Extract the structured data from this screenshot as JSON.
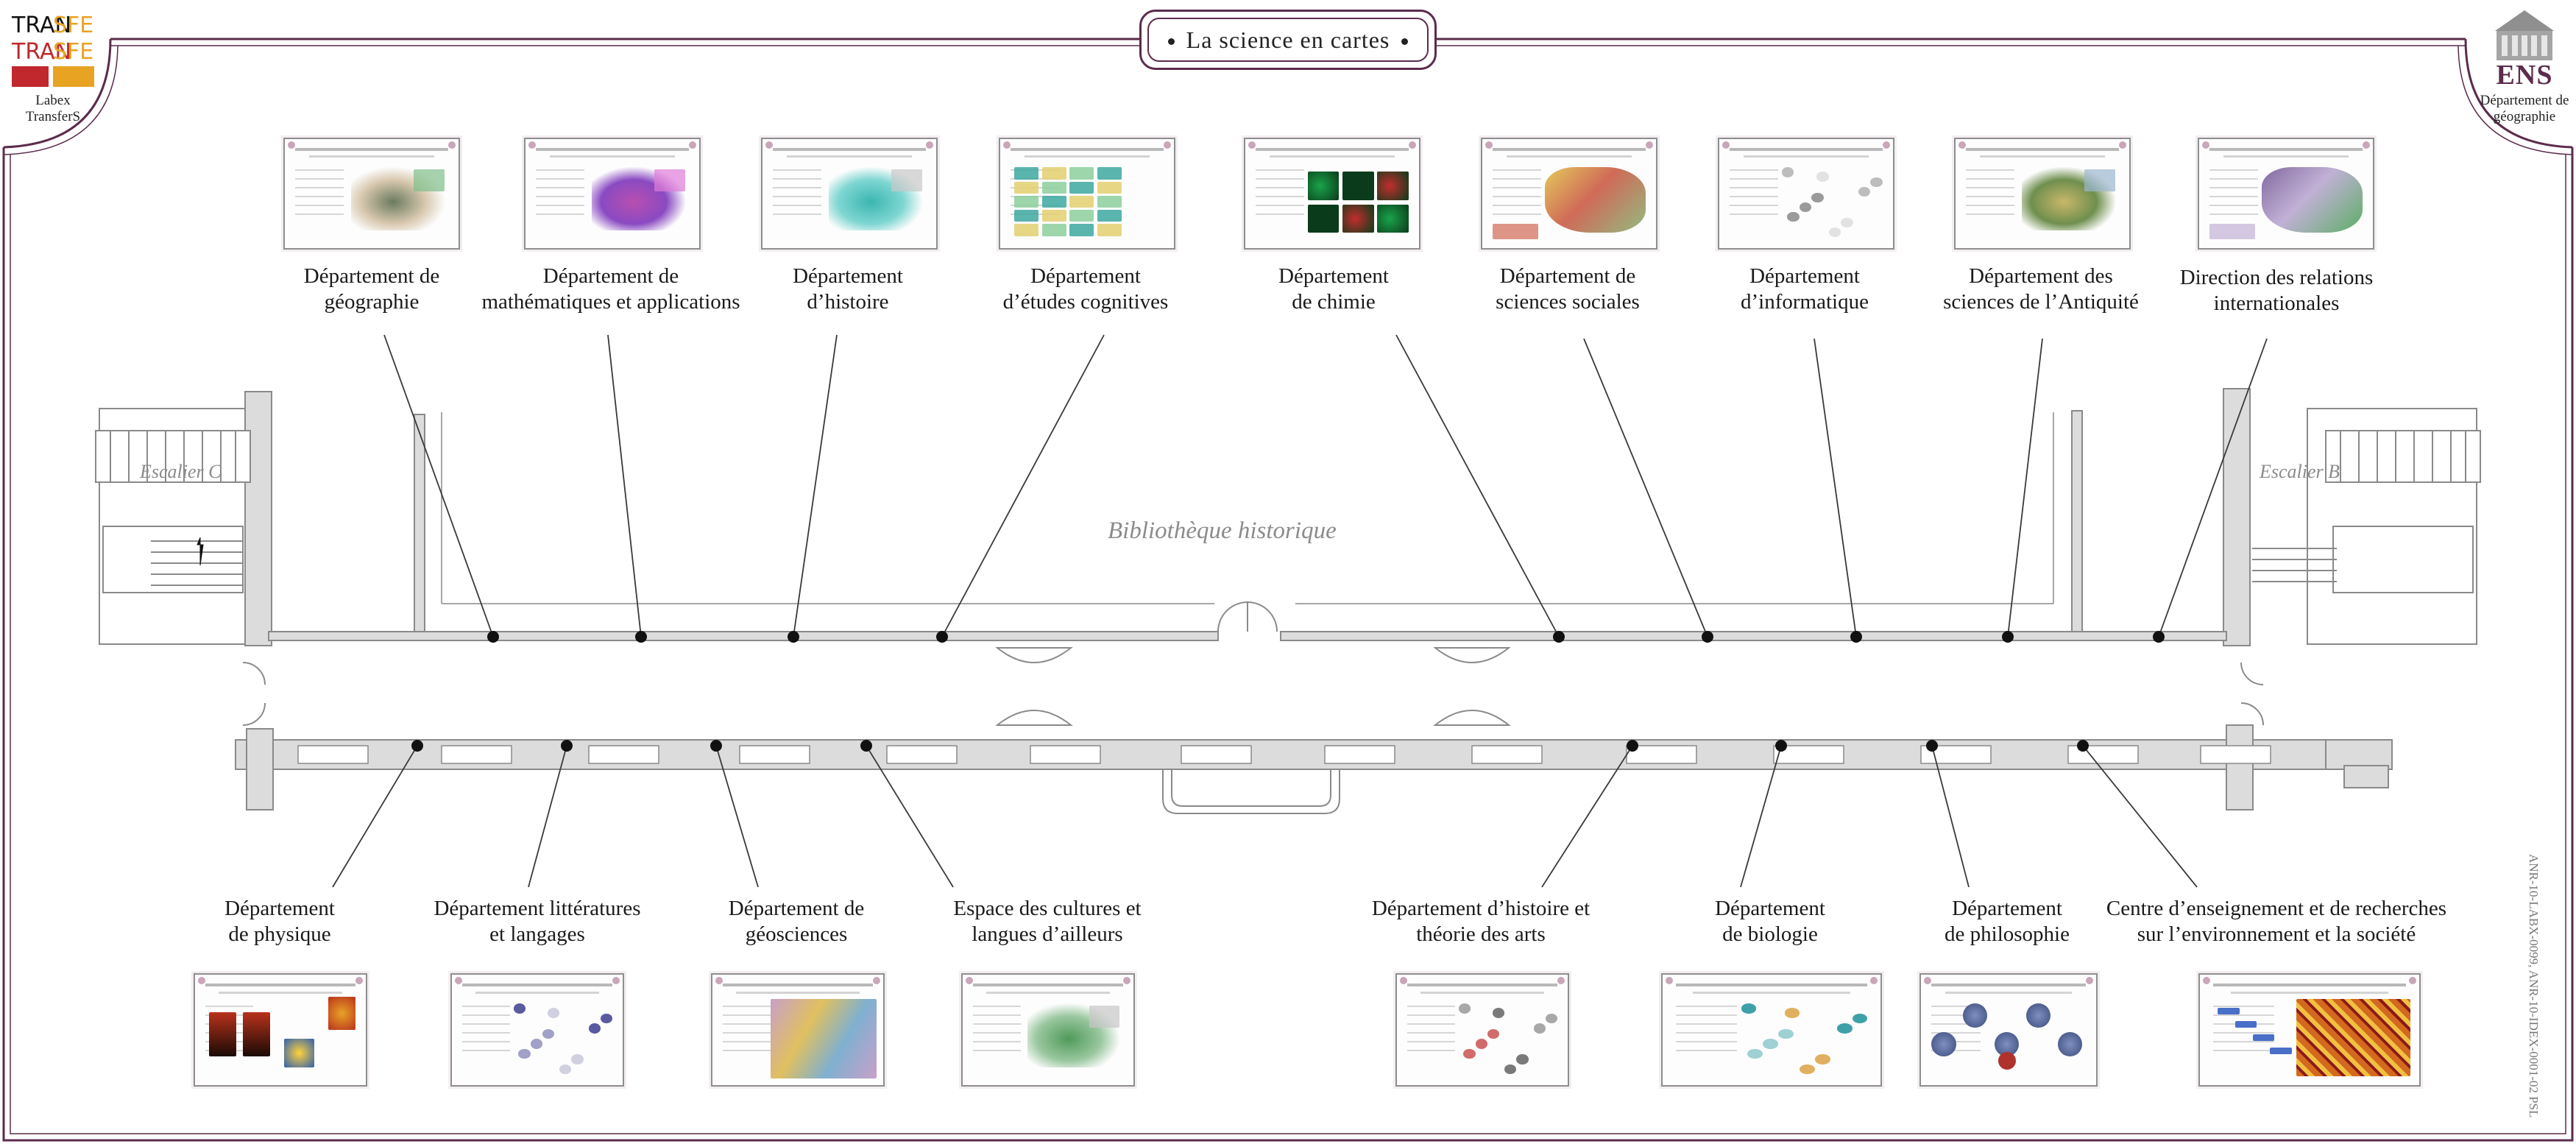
{
  "title": "La science en cartes",
  "logos": {
    "left_caption": [
      "Labex",
      "TransferS"
    ],
    "left_mark_letters": [
      "TRAN",
      "SFER",
      "TRAN",
      "SFERS"
    ],
    "right_mark": "ENS",
    "right_caption": [
      "Département de",
      "géographie"
    ]
  },
  "rooms": {
    "library": "Bibliothèque historique",
    "stair_left": "Escalier C",
    "stair_right": "Escalier B"
  },
  "side_note": "ANR-10-LABX-0099, ANR-10-IDEX-0001-02 PSL",
  "colors": {
    "frame": "#5b2c4c",
    "wall_fill": "#dcdcdc",
    "wall_stroke": "#8a8a8a",
    "leader": "#3a3a3a",
    "marker": "#111111"
  },
  "top_departments": [
    {
      "lines": [
        "Département de",
        "géographie"
      ],
      "icon": "map-poster",
      "palette": [
        "#6b7a5e",
        "#d9c9b0",
        "#7fbf8a"
      ]
    },
    {
      "lines": [
        "Département de",
        "mathématiques et applications"
      ],
      "icon": "map-poster",
      "palette": [
        "#b84fb0",
        "#8a4ac2",
        "#e07ad8"
      ]
    },
    {
      "lines": [
        "Département",
        "d’histoire"
      ],
      "icon": "map-poster",
      "palette": [
        "#3bb6b0",
        "#7fd6d2",
        "#c8c8c8"
      ]
    },
    {
      "lines": [
        "Département",
        "d’études cognitives"
      ],
      "icon": "table-poster",
      "palette": [
        "#3ca8a0",
        "#e3d070",
        "#8ccf9c"
      ]
    },
    {
      "lines": [
        "Département",
        "de chimie"
      ],
      "icon": "microscopy-poster",
      "palette": [
        "#1aa34a",
        "#0a3b1a",
        "#c22d2d"
      ]
    },
    {
      "lines": [
        "Département de",
        "sciences sociales"
      ],
      "icon": "world-map-poster",
      "palette": [
        "#e0c040",
        "#c8503a",
        "#7fb06a"
      ]
    },
    {
      "lines": [
        "Département",
        "d’informatique"
      ],
      "icon": "graph-poster",
      "palette": [
        "#bdbdbd",
        "#9a9a9a",
        "#e2e2e2"
      ]
    },
    {
      "lines": [
        "Département des",
        "sciences de l’Antiquité"
      ],
      "icon": "map-poster",
      "palette": [
        "#c9b76a",
        "#6f8f4e",
        "#9bb6cf"
      ]
    },
    {
      "lines": [
        "Direction des relations",
        "internationales"
      ],
      "icon": "world-map-poster",
      "palette": [
        "#6c4f8f",
        "#b7a3cf",
        "#3fa04a"
      ]
    }
  ],
  "bottom_departments": [
    {
      "lines": [
        "Département",
        "de physique"
      ],
      "icon": "physics-poster",
      "palette": [
        "#b8321c",
        "#e9a227",
        "#2f5fb0"
      ]
    },
    {
      "lines": [
        "Département littératures",
        "et langages"
      ],
      "icon": "network-poster",
      "palette": [
        "#5a5aa0",
        "#a0a0c8",
        "#d0d0e0"
      ]
    },
    {
      "lines": [
        "Département de",
        "géosciences"
      ],
      "icon": "geology-poster",
      "palette": [
        "#c8a0c8",
        "#e0c060",
        "#7fb0d0"
      ]
    },
    {
      "lines": [
        "Espace des cultures et",
        "langues d’ailleurs"
      ],
      "icon": "map-poster",
      "palette": [
        "#4f9a5a",
        "#9ac79f",
        "#c6c6c6"
      ]
    },
    {
      "lines": [
        "Département d’histoire et",
        "théorie des arts"
      ],
      "icon": "network-poster",
      "palette": [
        "#a8a8a8",
        "#d26b6b",
        "#7a7a7a"
      ]
    },
    {
      "lines": [
        "Département",
        "de biologie"
      ],
      "icon": "network-poster",
      "palette": [
        "#3fa0a8",
        "#9fd0d4",
        "#e0b060"
      ]
    },
    {
      "lines": [
        "Département",
        "de philosophie"
      ],
      "icon": "globe-poster",
      "palette": [
        "#3b4a7a",
        "#7e8fc0",
        "#b0322c"
      ]
    },
    {
      "lines": [
        "Centre d’enseignement et de recherches",
        "sur l’environnement et la société"
      ],
      "icon": "texture-poster",
      "palette": [
        "#d2691e",
        "#8b1a1a",
        "#f2c040"
      ]
    }
  ]
}
